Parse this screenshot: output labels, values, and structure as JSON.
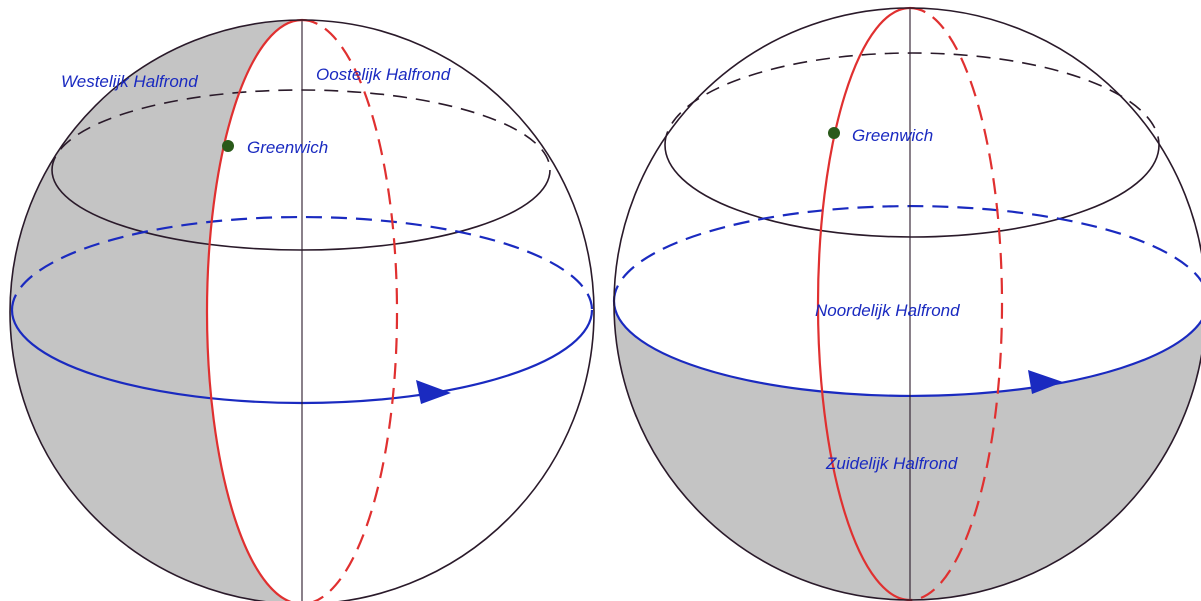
{
  "colors": {
    "outline": "#2a1a2a",
    "meridian": "#e03030",
    "equator": "#1a2ac0",
    "label": "#1a2ac0",
    "shade": "#c4c4c4",
    "dot": "#2a5a1a",
    "background": "#ffffff"
  },
  "left_globe": {
    "label_west": "Westelijk Halfrond",
    "label_east": "Oostelijk Halfrond",
    "label_point": "Greenwich"
  },
  "right_globe": {
    "label_north": "Noordelijk Halfrond",
    "label_south": "Zuidelijk Halfrond",
    "label_point": "Greenwich"
  }
}
